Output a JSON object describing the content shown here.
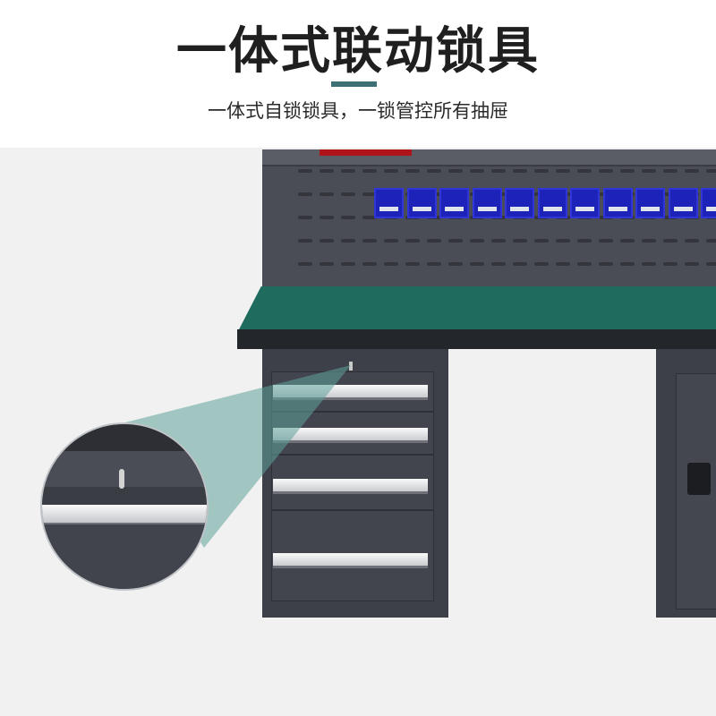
{
  "header": {
    "title": "一体式联动锁具",
    "subtitle": "一体式自锁锁具，一锁管控所有抽屉",
    "accent_color": "#3d7075"
  },
  "product_image": {
    "subject": "workbench-with-drawer-cabinet",
    "tabletop_color": "#1f6b5d",
    "cabinet_color": "#3d4048",
    "bin_color": "#1d22b8"
  }
}
